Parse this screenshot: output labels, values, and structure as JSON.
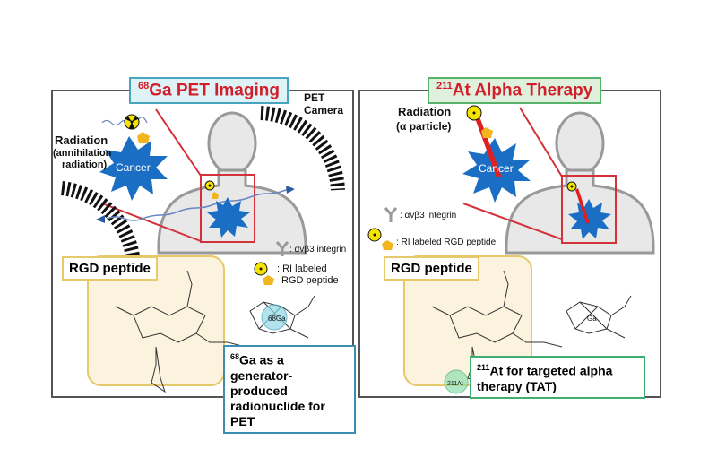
{
  "left_panel": {
    "title_sup": "68",
    "title_main": "Ga PET Imaging",
    "radiation_label": "Radiation",
    "radiation_sub1": "(annihilation",
    "radiation_sub2": "radiation)",
    "cancer_label": "Cancer",
    "camera_label1": "PET",
    "camera_label2": "Camera",
    "integrin_legend": ": αvβ3 integrin",
    "ri_legend1": ": RI labeled",
    "ri_legend2": "RGD peptide",
    "rgd_label": "RGD peptide",
    "chelate_metal": "68Ga",
    "note_sup": "68",
    "note_line1": "Ga as a generator-",
    "note_line2": "produced",
    "note_line3": "radionuclide for PET"
  },
  "right_panel": {
    "title_sup": "211",
    "title_main": "At Alpha Therapy",
    "radiation_label": "Radiation",
    "radiation_sub": "(α particle)",
    "cancer_label": "Cancer",
    "integrin_legend": ": αvβ3 integrin",
    "ri_legend": ": RI labeled RGD peptide",
    "rgd_label": "RGD peptide",
    "chelate_metal": "Ga",
    "at_label": "211At",
    "note_sup": "211",
    "note_line1": "At for targeted alpha",
    "note_line2": "therapy (TAT)"
  },
  "colors": {
    "title_text": "#d11e2a",
    "cancer_blue": "#1a6fc4",
    "red_line": "#d4313a",
    "body_gray": "#e6e6e6",
    "peptide_gold": "#f2b51d"
  }
}
